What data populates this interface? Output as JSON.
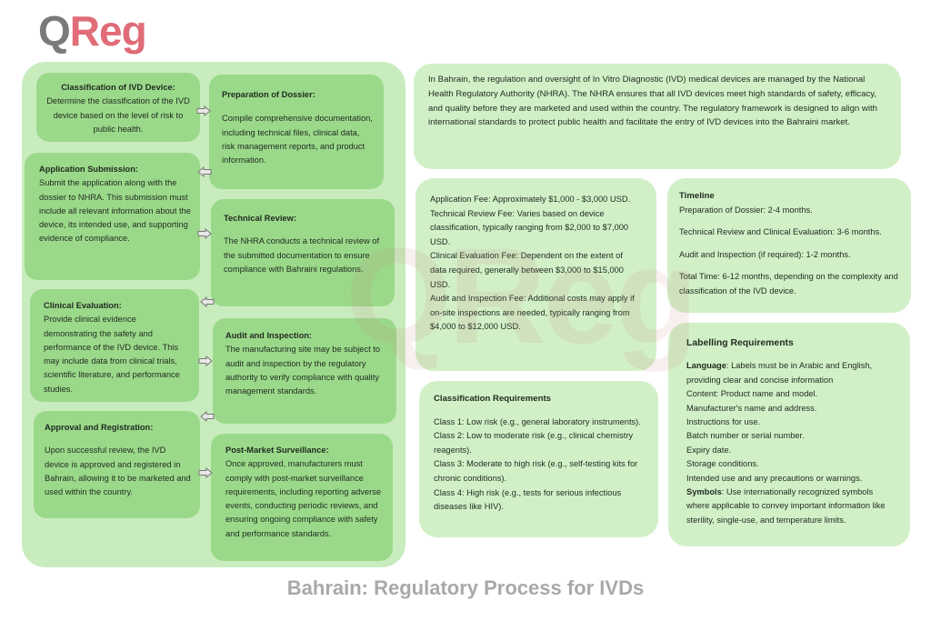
{
  "logo": {
    "q": "Q",
    "reg": "Reg"
  },
  "footer_title": "Bahrain: Regulatory Process for IVDs",
  "process": {
    "classification": {
      "title": "Classification of IVD Device:",
      "text": "Determine the classification of the IVD device based on the level of risk to public health."
    },
    "dossier": {
      "title": "Preparation of Dossier:",
      "text": "Compile comprehensive documentation, including technical files, clinical data, risk management reports, and product information."
    },
    "application": {
      "title": "Application Submission:",
      "text": "Submit the application along with the dossier to NHRA. This submission must include all relevant information about the device, its intended use, and supporting evidence of compliance."
    },
    "technical": {
      "title": "Technical Review:",
      "text": "The NHRA conducts a technical review of the submitted documentation to ensure compliance with Bahraini regulations."
    },
    "clinical": {
      "title": "Clinical Evaluation:",
      "text": "Provide clinical evidence demonstrating the safety and performance of the IVD device. This may include data from clinical trials, scientific literature, and performance studies."
    },
    "audit": {
      "title": "Audit and Inspection:",
      "text": "The manufacturing site may be subject to audit and inspection by the regulatory authority to verify compliance with quality management standards."
    },
    "approval": {
      "title": "Approval and Registration:",
      "text": "Upon successful review, the IVD device is approved and registered in Bahrain, allowing it to be marketed and used within the country."
    },
    "postmarket": {
      "title": "Post-Market Surveillance:",
      "text": "Once approved, manufacturers must comply with post-market surveillance requirements, including reporting adverse events, conducting periodic reviews, and ensuring ongoing compliance with safety and performance standards."
    }
  },
  "intro": "In Bahrain, the regulation and oversight of In Vitro Diagnostic (IVD) medical devices are managed by the National Health Regulatory Authority (NHRA). The NHRA ensures that all IVD devices meet high standards of safety, efficacy, and quality before they are marketed and used within the country. The regulatory framework is designed to align with international standards to protect public health and facilitate the entry of IVD devices into the Bahraini market.",
  "fees": [
    "Application Fee: Approximately $1,000 - $3,000 USD.",
    "Technical Review Fee: Varies based on device classification, typically ranging from $2,000 to $7,000 USD.",
    "Clinical Evaluation Fee: Dependent on the extent of data required, generally between $3,000 to $15,000 USD.",
    "Audit and Inspection Fee: Additional costs may apply if on-site inspections are needed, typically ranging from $4,000 to $12,000 USD."
  ],
  "timeline": {
    "title": "Timeline",
    "items": [
      "Preparation of Dossier: 2-4 months.",
      "Technical Review and Clinical Evaluation: 3-6 months.",
      "Audit and Inspection (if required): 1-2 months.",
      "Total Time: 6-12 months, depending on the complexity and classification of the IVD device."
    ]
  },
  "classification_req": {
    "title": "Classification Requirements",
    "items": [
      "Class 1: Low risk (e.g., general laboratory instruments).",
      "Class 2: Low to moderate risk (e.g., clinical chemistry reagents).",
      "Class 3: Moderate to high risk (e.g., self-testing kits for chronic conditions).",
      "Class 4: High risk (e.g., tests for serious infectious diseases like HIV)."
    ]
  },
  "labelling": {
    "title": "Labelling Requirements",
    "language_label": "Language",
    "language_text": ": Labels must be in Arabic and English, providing clear and concise information",
    "lines": [
      "Content: Product name and model.",
      "Manufacturer's name and address.",
      "Instructions for use.",
      "Batch number or serial number.",
      "Expiry date.",
      "Storage conditions.",
      "Intended use and any precautions or warnings."
    ],
    "symbols_label": "Symbols",
    "symbols_text": ": Use internationally recognized symbols where applicable to convey important information like sterility, single-use, and temperature limits."
  },
  "colors": {
    "panel": "#c9ecbe",
    "step_box": "#9bd98a",
    "card": "#d2f0c8",
    "logo_q": "#7a7a7a",
    "logo_reg": "#e06c78",
    "footer": "#a9a9a9"
  },
  "icons": [
    "arrow-right-icon",
    "arrow-left-icon"
  ]
}
